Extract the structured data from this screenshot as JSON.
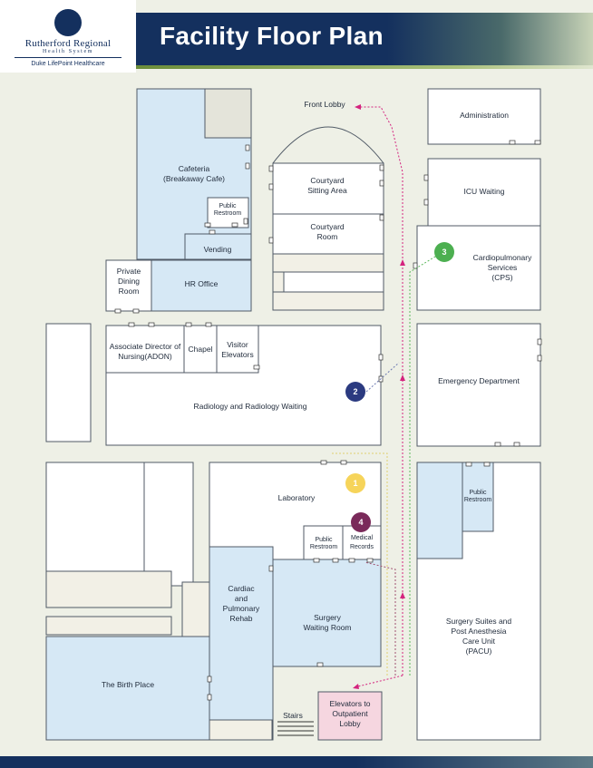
{
  "logo": {
    "line1": "Rutherford Regional",
    "line2": "Health System",
    "line3": "Duke LifePoint Healthcare"
  },
  "header": {
    "title": "Facility Floor Plan"
  },
  "rooms": [
    {
      "id": "cafeteria",
      "lines": [
        "Cafeteria",
        "(Breakaway Cafe)"
      ]
    },
    {
      "id": "public-restroom-cafe",
      "lines": [
        "Public",
        "Restroom"
      ]
    },
    {
      "id": "vending",
      "lines": [
        "Vending"
      ]
    },
    {
      "id": "private-dining",
      "lines": [
        "Private",
        "Dining",
        "Room"
      ]
    },
    {
      "id": "hr-office",
      "lines": [
        "HR Office"
      ]
    },
    {
      "id": "front-lobby",
      "lines": [
        "Front Lobby"
      ]
    },
    {
      "id": "courtyard-sitting",
      "lines": [
        "Courtyard",
        "Sitting Area"
      ]
    },
    {
      "id": "courtyard-room",
      "lines": [
        "Courtyard",
        "Room"
      ]
    },
    {
      "id": "administration",
      "lines": [
        "Administration"
      ]
    },
    {
      "id": "icu-waiting",
      "lines": [
        "ICU Waiting"
      ]
    },
    {
      "id": "cardiopulmonary",
      "lines": [
        "Cardiopulmonary",
        "Services",
        "(CPS)"
      ]
    },
    {
      "id": "adon",
      "lines": [
        "Associate Director of",
        "Nursing(ADON)"
      ]
    },
    {
      "id": "chapel",
      "lines": [
        "Chapel"
      ]
    },
    {
      "id": "visitor-elevators",
      "lines": [
        "Visitor",
        "Elevators"
      ]
    },
    {
      "id": "radiology",
      "lines": [
        "Radiology and Radiology Waiting"
      ]
    },
    {
      "id": "emergency",
      "lines": [
        "Emergency Department"
      ]
    },
    {
      "id": "laboratory",
      "lines": [
        "Laboratory"
      ]
    },
    {
      "id": "public-restroom-lab",
      "lines": [
        "Public",
        "Restroom"
      ]
    },
    {
      "id": "medical-records",
      "lines": [
        "Medical",
        "Records"
      ]
    },
    {
      "id": "public-restroom-surgery",
      "lines": [
        "Public",
        "Restroom"
      ]
    },
    {
      "id": "cardiac-rehab",
      "lines": [
        "Cardiac",
        "and",
        "Pulmonary",
        "Rehab"
      ]
    },
    {
      "id": "surgery-waiting",
      "lines": [
        "Surgery",
        "Waiting Room"
      ]
    },
    {
      "id": "surgery-suites",
      "lines": [
        "Surgery Suites and",
        "Post Anesthesia",
        "Care Unit",
        "(PACU)"
      ]
    },
    {
      "id": "birth-place",
      "lines": [
        "The Birth Place"
      ]
    },
    {
      "id": "stairs",
      "lines": [
        "Stairs"
      ]
    },
    {
      "id": "elevators-outpatient",
      "lines": [
        "Elevators to",
        "Outpatient",
        "Lobby"
      ]
    }
  ],
  "markers": [
    {
      "id": "marker-1",
      "label": "1",
      "color": "#f6d45a"
    },
    {
      "id": "marker-2",
      "label": "2",
      "color": "#2b3a80"
    },
    {
      "id": "marker-3",
      "label": "3",
      "color": "#4caf50"
    },
    {
      "id": "marker-4",
      "label": "4",
      "color": "#7a2a5a"
    }
  ],
  "colors": {
    "room_blue": "#d6e8f5",
    "room_white": "#ffffff",
    "room_tan": "#f2f0e6",
    "room_pink": "#f6d6e0",
    "route_magenta": "#d4237e"
  }
}
